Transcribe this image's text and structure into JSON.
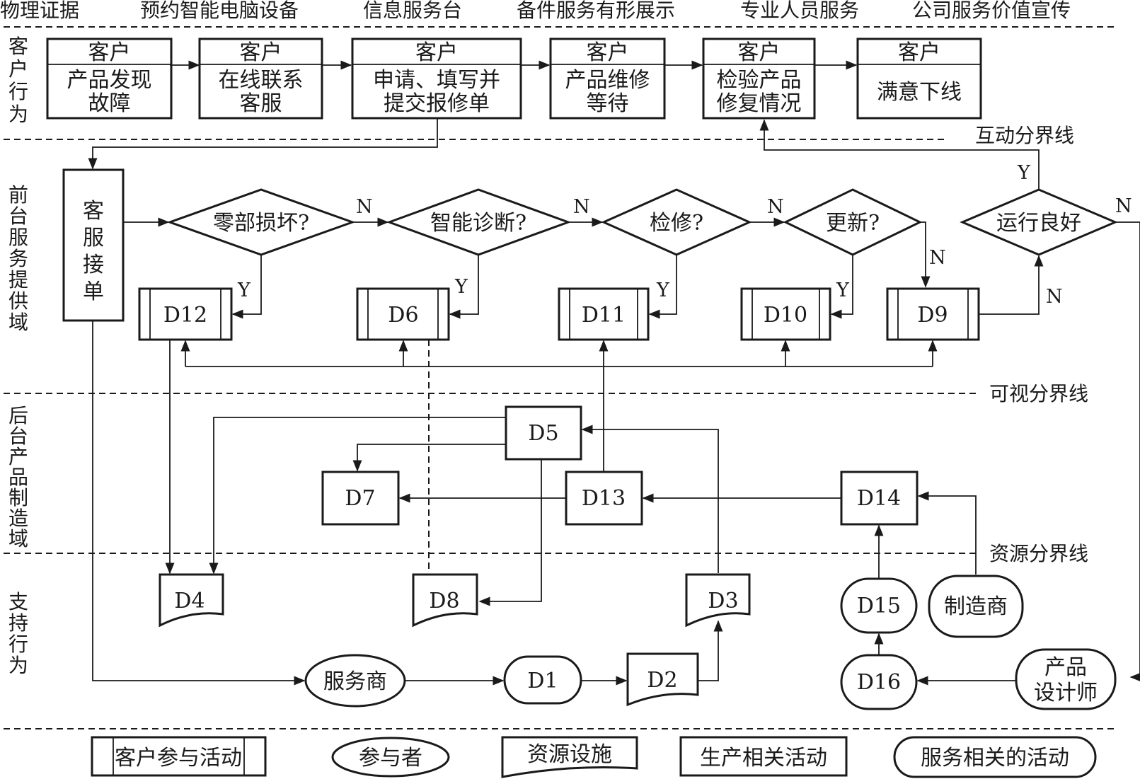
{
  "top_labels": [
    "物理证据",
    "预约智能电脑设备",
    "信息服务台",
    "备件服务有形展示",
    "专业人员服务",
    "公司服务价值宣传"
  ],
  "lanes": {
    "customer": "客户行为",
    "front": "前台服务提供域",
    "back": "后台产品制造域",
    "support": "支持行为"
  },
  "boundaries": {
    "interaction": "互动分界线",
    "visibility": "可视分界线",
    "resource": "资源分界线"
  },
  "customer_steps": [
    {
      "role": "客户",
      "line1": "产品发现",
      "line2": "故障"
    },
    {
      "role": "客户",
      "line1": "在线联系",
      "line2": "客服"
    },
    {
      "role": "客户",
      "line1": "申请、填写并",
      "line2": "提交报修单"
    },
    {
      "role": "客户",
      "line1": "产品维修",
      "line2": "等待"
    },
    {
      "role": "客户",
      "line1": "检验产品",
      "line2": "修复情况"
    },
    {
      "role": "客户",
      "line1": "满意下线",
      "line2": ""
    }
  ],
  "service_start": [
    "客",
    "服",
    "接",
    "单"
  ],
  "decisions": [
    "零部损坏?",
    "智能诊断?",
    "检修?",
    "更新?",
    "运行良好"
  ],
  "yes_label": "Y",
  "no_label": "N",
  "customer_activities": [
    "D12",
    "D6",
    "D11",
    "D10",
    "D9"
  ],
  "production": [
    "D5",
    "D7",
    "D13",
    "D14"
  ],
  "documents": [
    "D4",
    "D8",
    "D3",
    "D2"
  ],
  "participants": [
    "服务商"
  ],
  "rounded_nodes": [
    "D1",
    "D15",
    "D16",
    "制造商"
  ],
  "designer": {
    "line1": "产品",
    "line2": "设计师"
  },
  "legend": [
    "客户参与活动",
    "参与者",
    "资源设施",
    "生产相关活动",
    "服务相关的活动"
  ]
}
